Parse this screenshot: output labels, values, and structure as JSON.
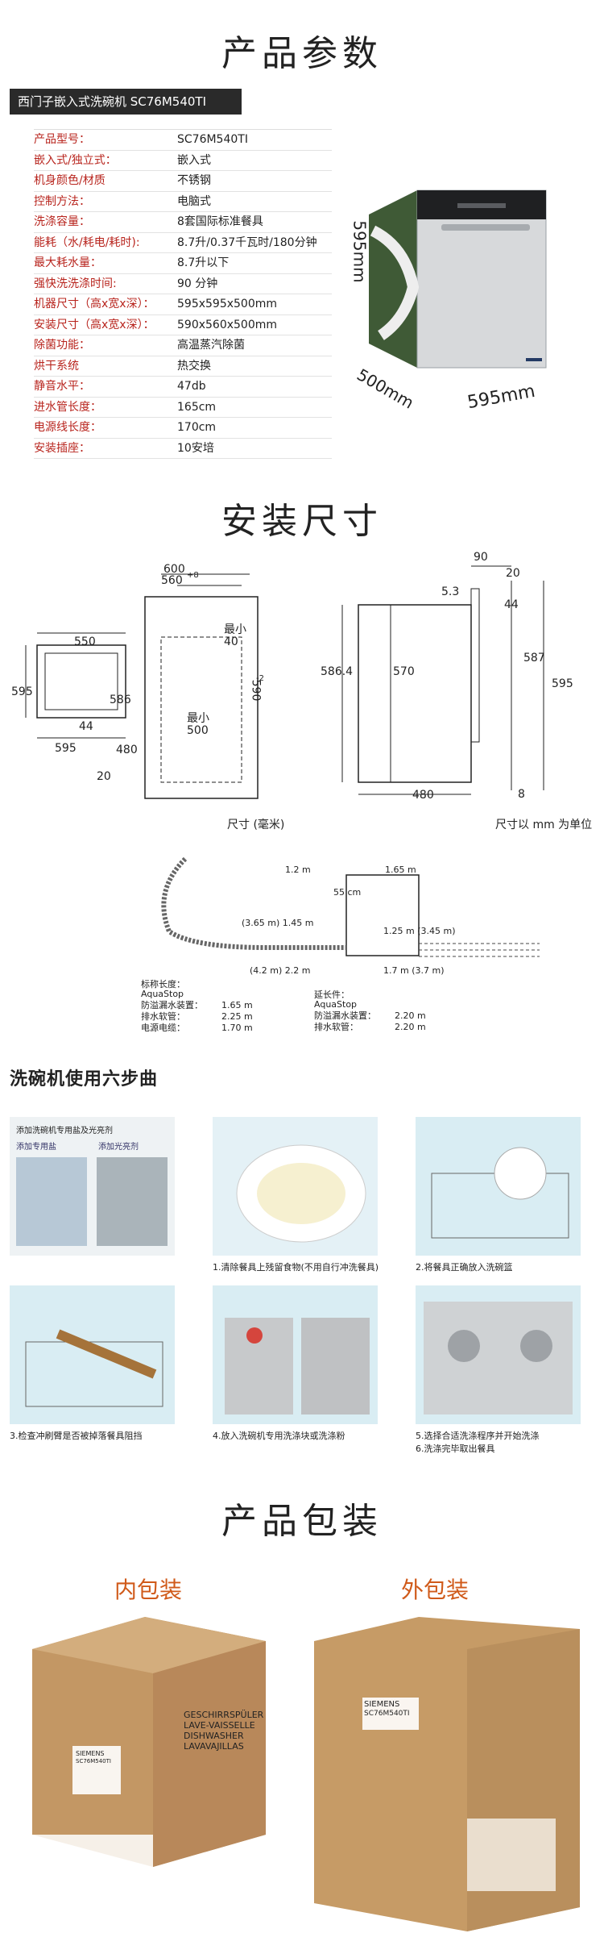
{
  "sections": {
    "params_title": "产品参数",
    "install_title": "安装尺寸",
    "steps_title": "洗碗机使用六步曲",
    "pack_title": "产品包装"
  },
  "model_bar": "西门子嵌入式洗碗机  SC76M540TI",
  "specs": [
    {
      "k": "产品型号：",
      "v": "SC76M540TI"
    },
    {
      "k": "嵌入式/独立式：",
      "v": "嵌入式"
    },
    {
      "k": "机身颜色/材质",
      "v": "不锈钢"
    },
    {
      "k": "控制方法：",
      "v": "电脑式"
    },
    {
      "k": "洗涤容量：",
      "v": "8套国际标准餐具"
    },
    {
      "k": "能耗（水/耗电/耗时):",
      "v": "8.7升/0.37千瓦时/180分钟"
    },
    {
      "k": "最大耗水量：",
      "v": "8.7升以下"
    },
    {
      "k": "强快洗洗涤时间:",
      "v": "90 分钟"
    },
    {
      "k": "机器尺寸（高x宽x深）：",
      "v": "595x595x500mm"
    },
    {
      "k": "安装尺寸（高x宽x深）：",
      "v": "590x560x500mm"
    },
    {
      "k": "除菌功能：",
      "v": "高温蒸汽除菌"
    },
    {
      "k": "烘干系统",
      "v": "热交换"
    },
    {
      "k": "静音水平：",
      "v": "47db"
    },
    {
      "k": "进水管长度：",
      "v": "165cm"
    },
    {
      "k": "电源线长度：",
      "v": "170cm"
    },
    {
      "k": "安装插座：",
      "v": "10安培"
    }
  ],
  "product_dims": {
    "h": "595mm",
    "d": "500mm",
    "w": "595mm"
  },
  "install_left": {
    "n600": "600",
    "n560": "560",
    "n560sup": "+8",
    "n550": "550",
    "n595a": "595",
    "n586": "586",
    "n44": "44",
    "n595b": "595",
    "n480": "480",
    "n20": "20",
    "min40_label": "最小",
    "min40": "40",
    "n590": "590",
    "n590sup": "-2",
    "min500_label": "最小",
    "min500": "500",
    "unit": "尺寸 (毫米)"
  },
  "install_right": {
    "n90": "90",
    "n20": "20",
    "n53": "5.3",
    "n44": "44",
    "n5864": "586.4",
    "n570": "570",
    "n587": "587",
    "n595": "595",
    "n480": "480",
    "n8": "8",
    "unit": "尺寸以 mm 为单位"
  },
  "hose": {
    "d12": "1.2 m",
    "d165": "1.65 m",
    "d55": "55 cm",
    "d365": "(3.65 m) 1.45 m",
    "d125": "1.25 m (3.45 m)",
    "d42": "(4.2 m) 2.2 m",
    "d17": "1.7 m (3.7 m)",
    "left_title": "标称长度：",
    "left_sub": "AquaStop",
    "left_rows": [
      [
        "防溢漏水装置：",
        "1.65 m"
      ],
      [
        "排水软管：",
        "2.25 m"
      ],
      [
        "电源电缆：",
        "1.70 m"
      ]
    ],
    "right_title": "延长件：",
    "right_sub": "AquaStop",
    "right_rows": [
      [
        "防溢漏水装置：",
        "2.20 m"
      ],
      [
        "排水软管：",
        "2.20 m"
      ]
    ]
  },
  "steps": {
    "s1_head": "添加洗碗机专用盐及光亮剂",
    "s1_salt": "添加专用盐",
    "s1_rinse": "添加光亮剂",
    "c1": "1.清除餐具上残留食物(不用自行冲洗餐具)",
    "c2": "2.将餐具正确放入洗碗篮",
    "c3": "3.检查冲刷臂是否被掉落餐具阻挡",
    "c4": "4.放入洗碗机专用洗涤块或洗涤粉",
    "c5": "5.选择合适洗涤程序并开始洗涤",
    "c6": "6.洗涤完毕取出餐具"
  },
  "pack": {
    "inner": "内包装",
    "outer": "外包装",
    "box_text": [
      "GESCHIRRSPÜLER",
      "LAVE-VAISSELLE",
      "DISHWASHER",
      "LAVAVAJILLAS"
    ],
    "brand": "SIEMENS",
    "model": "SC76M540TI"
  },
  "colors": {
    "red_label": "#b8241d",
    "orange": "#d05a1a",
    "cardboard": "#c8a06b",
    "card_bg": "#d9edf3"
  }
}
